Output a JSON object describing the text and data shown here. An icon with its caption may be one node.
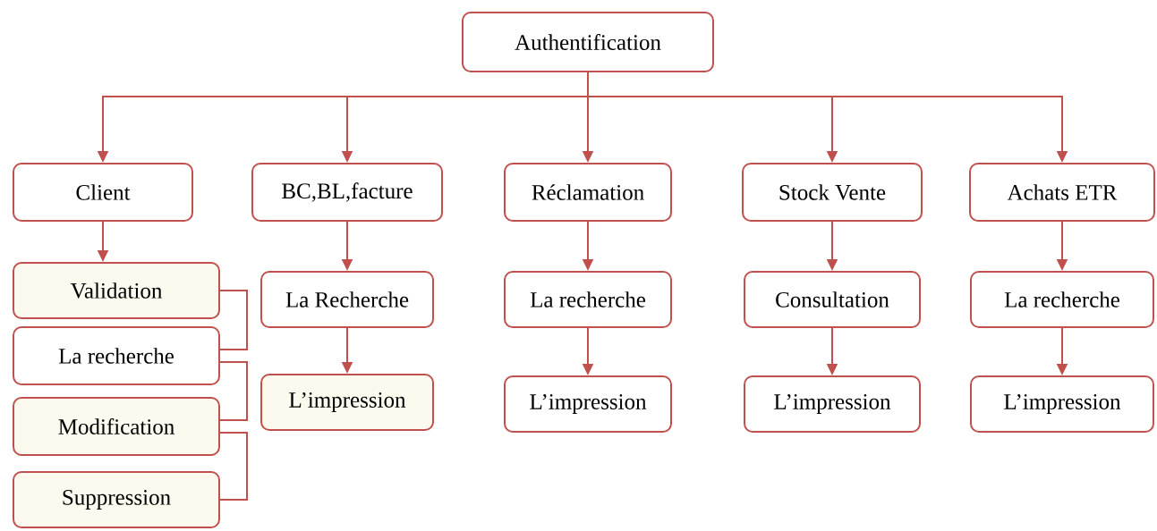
{
  "diagram": {
    "nodes": [
      {
        "text": [
          "Authentification"
        ]
      },
      {
        "text": [
          "Client"
        ]
      },
      {
        "text": [
          "BC,BL,facture"
        ]
      },
      {
        "text": [
          "Réclamation"
        ]
      },
      {
        "text": [
          "Stock Vente"
        ]
      },
      {
        "text": [
          "Achats ETR"
        ]
      },
      {
        "text": [
          "Validation"
        ]
      },
      {
        "text": [
          "La recherche"
        ]
      },
      {
        "text": [
          "Modification"
        ]
      },
      {
        "text": [
          "Suppression"
        ]
      },
      {
        "text": [
          "La Recherche"
        ]
      },
      {
        "text": [
          "L’impression"
        ]
      },
      {
        "text": [
          "La recherche"
        ]
      },
      {
        "text": [
          "L’impression"
        ]
      },
      {
        "text": [
          "Consultation"
        ]
      },
      {
        "text": [
          "L’impression"
        ]
      },
      {
        "text": [
          "La recherche"
        ]
      },
      {
        "text": [
          "L’impression"
        ]
      }
    ],
    "edges": [
      {
        "from": 0,
        "to": 1,
        "arrow": "to"
      },
      {
        "from": 0,
        "to": 2,
        "arrow": "to"
      },
      {
        "from": 0,
        "to": 3,
        "arrow": "to"
      },
      {
        "from": 0,
        "to": 4,
        "arrow": "to"
      },
      {
        "from": 0,
        "to": 5,
        "arrow": "to"
      },
      {
        "from": 1,
        "to": 6,
        "arrow": "to"
      },
      {
        "from": 6,
        "to": 7,
        "arrow": "none"
      },
      {
        "from": 7,
        "to": 8,
        "arrow": "none"
      },
      {
        "from": 8,
        "to": 9,
        "arrow": "none"
      },
      {
        "from": 2,
        "to": 10,
        "arrow": "to"
      },
      {
        "from": 10,
        "to": 11,
        "arrow": "to"
      },
      {
        "from": 3,
        "to": 12,
        "arrow": "to"
      },
      {
        "from": 12,
        "to": 13,
        "arrow": "to"
      },
      {
        "from": 4,
        "to": 14,
        "arrow": "to"
      },
      {
        "from": 14,
        "to": 15,
        "arrow": "to"
      },
      {
        "from": 5,
        "to": 16,
        "arrow": "to"
      },
      {
        "from": 16,
        "to": 17,
        "arrow": "to"
      }
    ]
  }
}
